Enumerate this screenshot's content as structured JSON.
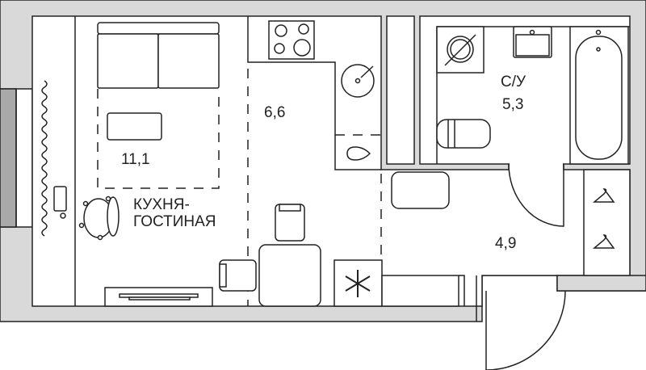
{
  "plan": {
    "rooms": [
      {
        "name": "КУХНЯ-",
        "name2": "ГОСТИНАЯ",
        "area": "11,1"
      },
      {
        "area": "6,6"
      },
      {
        "name": "С/У",
        "area": "5,3"
      },
      {
        "area": "4,9"
      }
    ],
    "colors": {
      "wall": "#d9d9d9",
      "window": "#a9a9a9",
      "line": "#222222"
    }
  }
}
